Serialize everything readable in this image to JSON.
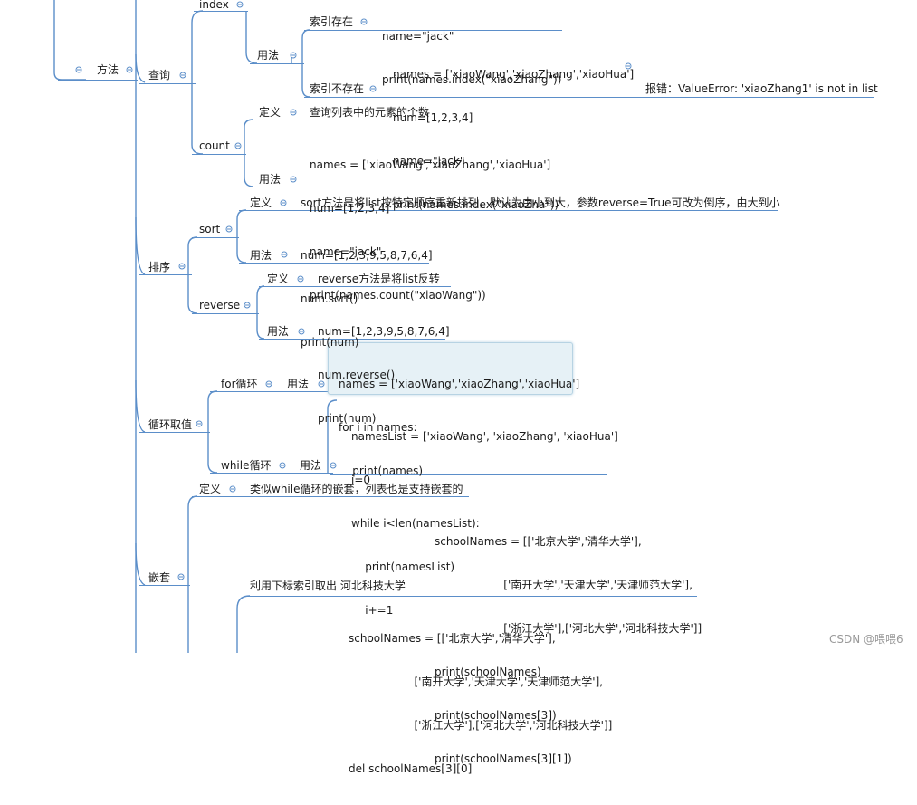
{
  "mindmap": {
    "root_label": "方法",
    "query": {
      "label": "查询",
      "index": {
        "label": "index",
        "usage_label": "用法",
        "exists_label": "索引存在",
        "exists_code": [
          "name=\"jack\"",
          "print(names.index(\"xiaoZhang\"))"
        ],
        "notexists_label": "索引不存在",
        "notexists_code": [
          "names = ['xiaoWang','xiaoZhang','xiaoHua']",
          "num=[1,2,3,4]",
          "name=\"jack\"",
          "print(names.index(\"xiaoZha\"))"
        ],
        "error_text": "报错：ValueError: 'xiaoZhang1' is not in list"
      },
      "count": {
        "label": "count",
        "def_label": "定义",
        "def_text": "查询列表中的元素的个数",
        "usage_label": "用法",
        "code": [
          "names = ['xiaoWang','xiaoZhang','xiaoHua']",
          "num=[1,2,3,4]",
          "name=\"jack\"",
          "print(names.count(\"xiaoWang\"))"
        ]
      }
    },
    "sort_group": {
      "label": "排序",
      "sort": {
        "label": "sort",
        "def_label": "定义",
        "def_text": "sort方法是将list按特定顺序重新排列，默认为由小到大，参数reverse=True可改为倒序，由大到小",
        "usage_label": "用法",
        "code": [
          "num=[1,2,3,9,5,8,7,6,4]",
          "num.sort()",
          "print(num)"
        ]
      },
      "reverse": {
        "label": "reverse",
        "def_label": "定义",
        "def_text": "reverse方法是将list反转",
        "usage_label": "用法",
        "code": [
          "num=[1,2,3,9,5,8,7,6,4]",
          "num.reverse()",
          "print(num)"
        ]
      }
    },
    "loop": {
      "label": "循环取值",
      "for_label": "for循环",
      "for_usage_label": "用法",
      "for_code": [
        "names = ['xiaoWang','xiaoZhang','xiaoHua']",
        "for i in names:",
        "    print(names)"
      ],
      "while_label": "while循环",
      "while_usage_label": "用法",
      "while_code": [
        "namesList = ['xiaoWang', 'xiaoZhang', 'xiaoHua']",
        "i=0",
        "while i<len(namesList):",
        "    print(namesList)",
        "    i+=1"
      ]
    },
    "nest": {
      "label": "嵌套",
      "def_label": "定义",
      "def_text": "类似while循环的嵌套，列表也是支持嵌套的",
      "index_label": "利用下标索引取出 河北科技大学",
      "index_code": [
        "schoolNames = [['北京大学','清华大学'],",
        "                    ['南开大学','天津大学','天津师范大学'],",
        "                    ['浙江大学'],['河北大学','河北科技大学']]",
        "print(schoolNames)",
        "print(schoolNames[3])",
        "print(schoolNames[3][1])"
      ],
      "del_code": [
        "schoolNames = [['北京大学','清华大学'],",
        "                   ['南开大学','天津大学','天津师范大学'],",
        "                   ['浙江大学'],['河北大学','河北科技大学']]",
        "del schoolNames[3][0]"
      ]
    }
  },
  "watermark": "CSDN @喂喂6",
  "colors": {
    "line": "#5b8ec9",
    "highlight": "#e6f1f6"
  }
}
